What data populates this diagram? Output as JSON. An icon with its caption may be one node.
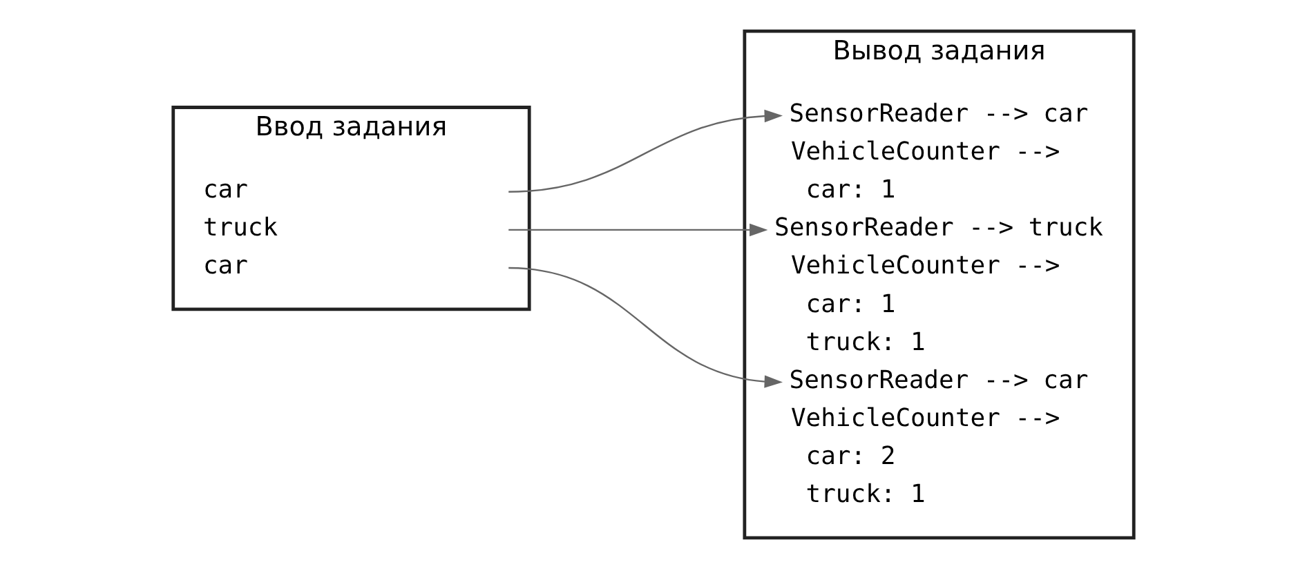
{
  "diagram": {
    "nodes": [
      {
        "text": [
          "Ввод задания"
        ]
      },
      {
        "text": [
          "Вывод задания"
        ]
      },
      {
        "text": [
          "car"
        ],
        "in": 0
      },
      {
        "text": [
          "truck"
        ],
        "in": 0
      },
      {
        "text": [
          "car"
        ],
        "in": 0
      },
      {
        "text": [
          "SensorReader --> car"
        ],
        "in": 1
      },
      {
        "text": [
          "VehicleCounter -->"
        ],
        "in": 1
      },
      {
        "text": [
          "car: 1"
        ],
        "in": 1
      },
      {
        "text": [
          "SensorReader --> truck"
        ],
        "in": 1
      },
      {
        "text": [
          "VehicleCounter -->"
        ],
        "in": 1
      },
      {
        "text": [
          "car: 1"
        ],
        "in": 1
      },
      {
        "text": [
          "truck: 1"
        ],
        "in": 1
      },
      {
        "text": [
          "SensorReader --> car"
        ],
        "in": 1
      },
      {
        "text": [
          "VehicleCounter -->"
        ],
        "in": 1
      },
      {
        "text": [
          "car: 2"
        ],
        "in": 1
      },
      {
        "text": [
          "truck: 1"
        ],
        "in": 1
      }
    ],
    "edges": [
      {
        "from": 2,
        "to": 5,
        "arrow": "to"
      },
      {
        "from": 3,
        "to": 8,
        "arrow": "to"
      },
      {
        "from": 4,
        "to": 12,
        "arrow": "to"
      }
    ]
  }
}
